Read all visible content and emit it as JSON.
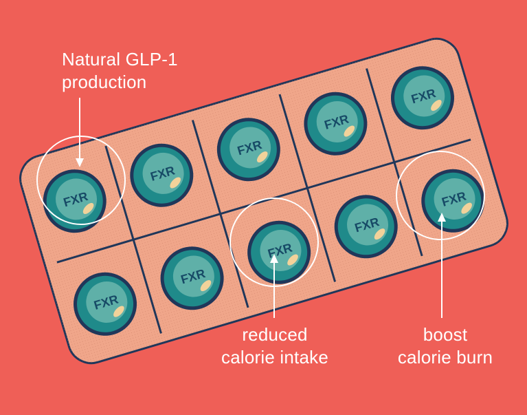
{
  "colors": {
    "background": "#ef5f57",
    "blister": "#f0a68a",
    "outline": "#20375a",
    "pill_ring": "#1f8a8a",
    "pill_face": "#5fb0a8",
    "pill_dark": "#174a66",
    "pill_accent": "#f2d29a",
    "highlight": "#ffffff"
  },
  "pill": {
    "label": "FXR",
    "count": 10
  },
  "callouts": {
    "glp1": "Natural GLP-1\nproduction",
    "intake": "reduced\ncalorie intake",
    "burn": "boost\ncalorie burn"
  }
}
